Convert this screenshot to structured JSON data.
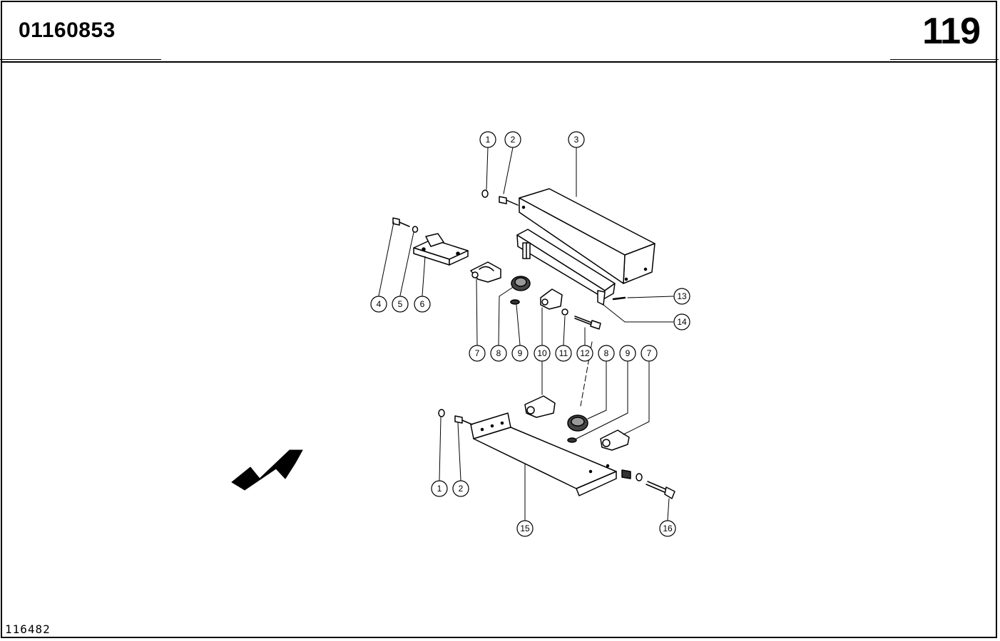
{
  "header": {
    "doc_number": "01160853",
    "page_number": "119"
  },
  "footer": {
    "figure_id": "116482"
  },
  "callouts": {
    "c1a": "1",
    "c2a": "2",
    "c3": "3",
    "c4": "4",
    "c5": "5",
    "c6": "6",
    "c7a": "7",
    "c8a": "8",
    "c9a": "9",
    "c10": "10",
    "c11": "11",
    "c12": "12",
    "c8b": "8",
    "c9b": "9",
    "c7b": "7",
    "c13": "13",
    "c14": "14",
    "c1b": "1",
    "c2b": "2",
    "c15": "15",
    "c16": "16"
  },
  "icons": {
    "direction_arrow": "arrow-icon"
  }
}
